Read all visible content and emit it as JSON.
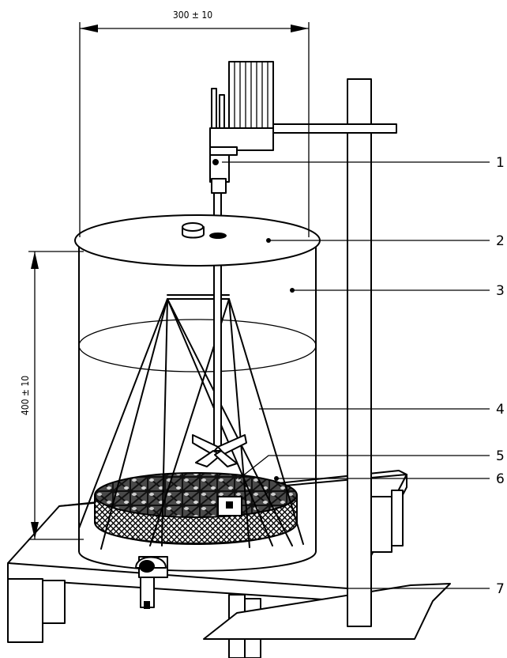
{
  "dimensions": {
    "width_label": "300 ± 10",
    "height_label": "400 ± 10"
  },
  "callouts": [
    {
      "id": "1",
      "label": "1"
    },
    {
      "id": "2",
      "label": "2"
    },
    {
      "id": "3",
      "label": "3"
    },
    {
      "id": "4",
      "label": "4"
    },
    {
      "id": "5",
      "label": "5"
    },
    {
      "id": "6",
      "label": "6"
    },
    {
      "id": "7",
      "label": "7"
    }
  ]
}
